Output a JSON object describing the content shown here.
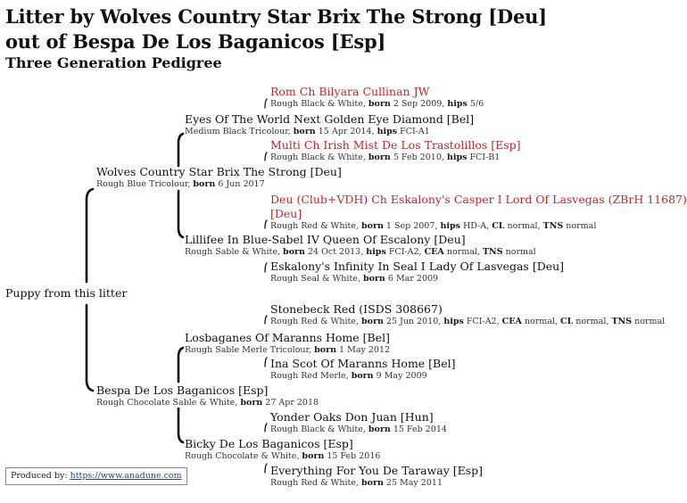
{
  "header": {
    "line1": "Litter by Wolves Country Star Brix The Strong [Deu]",
    "line2": "out of Bespa De Los Baganicos [Esp]",
    "subtitle": "Three Generation Pedigree"
  },
  "labels": {
    "born": "born",
    "hips": "hips",
    "cl": "CL",
    "cea": "CEA",
    "tns": "TNS"
  },
  "puppy": {
    "name": "Puppy from this litter"
  },
  "sire": {
    "name": "Wolves Country Star Brix The Strong [Deu]",
    "coat": "Rough Blue Tricolour,",
    "born": "6 Jun 2017"
  },
  "sire_sire": {
    "name": "Eyes Of The World Next Golden Eye Diamond [Bel]",
    "coat": "Medium Black Tricolour,",
    "born": "15 Apr 2014,",
    "hips": "FCI-A1"
  },
  "sss": {
    "name": "Rom Ch Bilyara Cullinan JW",
    "coat": "Rough Black & White,",
    "born": "2 Sep 2009,",
    "hips": "5/6"
  },
  "ssd": {
    "name": "Multi Ch Irish Mist De Los Trastolillos [Esp]",
    "coat": "Rough Black & White,",
    "born": "5 Feb 2010,",
    "hips": "FCI-B1"
  },
  "sire_dam": {
    "name": "Lillifee In Blue-Sabel IV Queen Of Escalony [Deu]",
    "coat": "Rough Sable & White,",
    "born": "24 Oct 2013,",
    "hips": "FCI-A2,",
    "cea": "normal,",
    "tns": "normal"
  },
  "sds": {
    "name1": "Deu (Club+VDH) Ch Eskalony's Casper I Lord Of Lasvegas (ZBrH 11687)",
    "name2": "[Deu]",
    "coat": "Rough Red & White,",
    "born": "1 Sep 2007,",
    "hips": "HD-A,",
    "cl": "normal,",
    "tns": "normal"
  },
  "sdd": {
    "name": "Eskalony's Infinity In Seal I Lady Of Lasvegas [Deu]",
    "coat": "Rough Seal & White,",
    "born": "6 Mar 2009"
  },
  "dam": {
    "name": "Bespa De Los Baganicos [Esp]",
    "coat": "Rough Chocolate Sable & White,",
    "born": "27 Apr 2018"
  },
  "dam_sire": {
    "name": "Losbaganes Of Maranns Home [Bel]",
    "coat": "Rough Sable Merle Tricolour,",
    "born": "1 May 2012"
  },
  "dss": {
    "name": "Stonebeck Red (ISDS 308667)",
    "coat": "Rough Red & White,",
    "born": "25 Jun 2010,",
    "hips": "FCI-A2,",
    "cea": "normal,",
    "cl": "normal,",
    "tns": "normal"
  },
  "dsd": {
    "name": "Ina Scot Of Maranns Home [Bel]",
    "coat": "Rough Red Merle,",
    "born": "9 May 2009"
  },
  "dam_dam": {
    "name": "Bicky De Los Baganicos [Esp]",
    "coat": "Rough Chocolate & White,",
    "born": "15 Feb 2016"
  },
  "dds": {
    "name": "Yonder Oaks Don Juan [Hun]",
    "coat": "Rough Black & White,",
    "born": "15 Feb 2014"
  },
  "ddd": {
    "name": "Everything For You De Taraway [Esp]",
    "coat": "Rough Red & White,",
    "born": "25 May 2011"
  },
  "footer": {
    "label": "Produced by:",
    "link": "https://www.anadune.com"
  }
}
